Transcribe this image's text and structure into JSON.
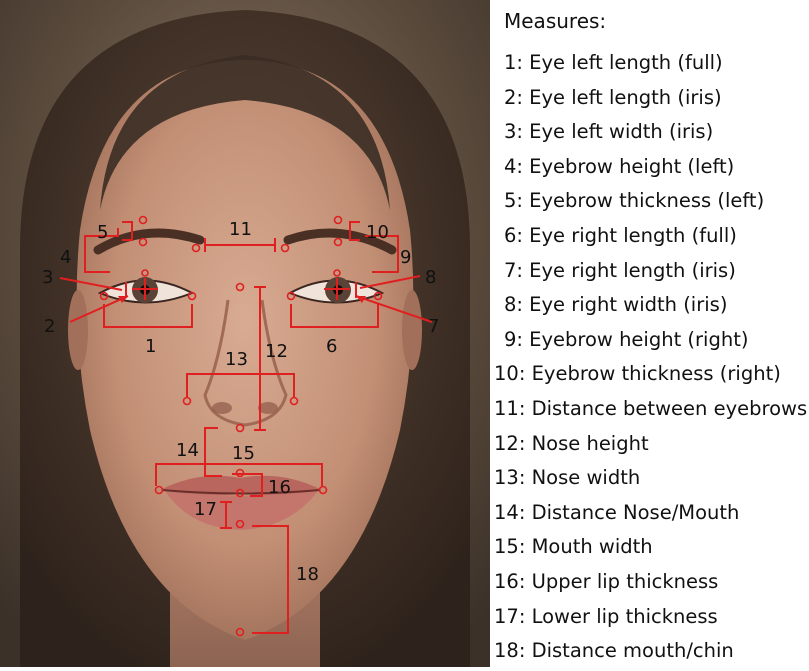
{
  "legend": {
    "title": "Measures:",
    "items": [
      "1: Eye left length (full)",
      "2: Eye left length (iris)",
      "3: Eye left width (iris)",
      "4: Eyebrow height (left)",
      "5: Eyebrow thickness (left)",
      "6: Eye right length (full)",
      "7: Eye right length (iris)",
      "8: Eye right width (iris)",
      "9: Eyebrow height (right)",
      "10: Eyebrow thickness (right)",
      "11: Distance between eyebrows",
      "12: Nose height",
      "13: Nose width",
      "14: Distance Nose/Mouth",
      "15: Mouth width",
      "16: Upper lip thickness",
      "17: Lower lip thickness",
      "18: Distance mouth/chin"
    ]
  },
  "face_labels": [
    "1",
    "2",
    "3",
    "4",
    "5",
    "6",
    "7",
    "8",
    "9",
    "10",
    "11",
    "12",
    "13",
    "14",
    "15",
    "16",
    "17",
    "18"
  ],
  "colors": {
    "annotation": "#e02020",
    "background": "#ffffff"
  }
}
